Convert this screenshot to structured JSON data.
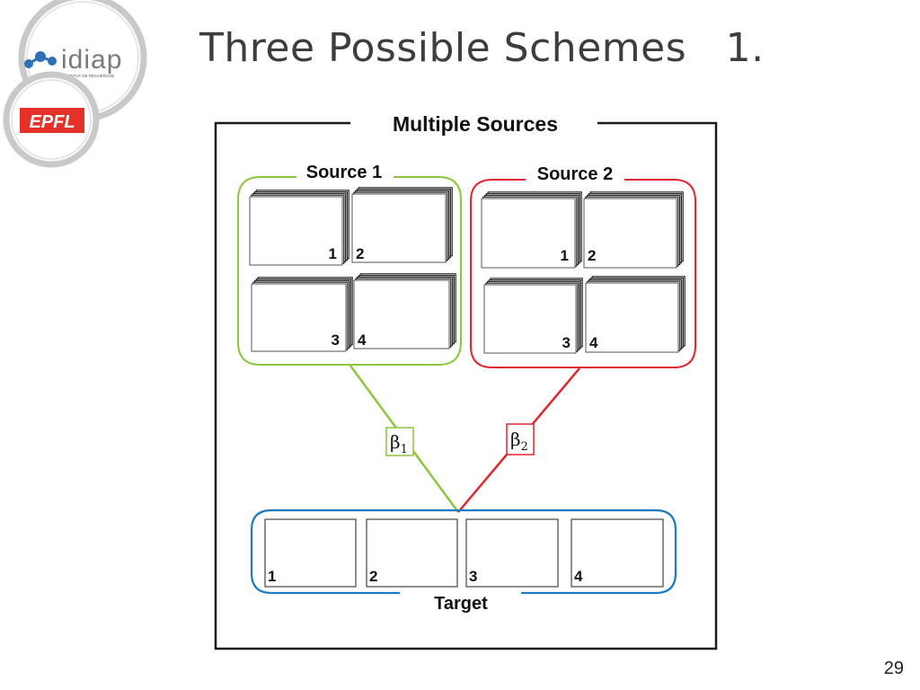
{
  "slide": {
    "title": "Three Possible Schemes   1.",
    "page_number": "29"
  },
  "logos": {
    "idiap": {
      "text": "idiap",
      "subtext": "INSTITUT DE RECHERCHE"
    },
    "epfl": {
      "text": "EPFL"
    }
  },
  "diagram": {
    "frame_label": "Multiple Sources",
    "source1": {
      "label": "Source",
      "number": "1",
      "items": [
        "1",
        "2",
        "3",
        "4"
      ]
    },
    "source2": {
      "label": "Source",
      "number": "2",
      "items": [
        "1",
        "2",
        "3",
        "4"
      ]
    },
    "beta1": {
      "symbol": "β",
      "subscript": "1"
    },
    "beta2": {
      "symbol": "β",
      "subscript": "2"
    },
    "target": {
      "label": "Target",
      "items": [
        "1",
        "2",
        "3",
        "4"
      ]
    }
  },
  "colors": {
    "source1": "#8cc63f",
    "source2": "#e0252f",
    "target": "#1f7bc1",
    "frame": "#1a1a1a",
    "epfl_red": "#e4322b"
  }
}
